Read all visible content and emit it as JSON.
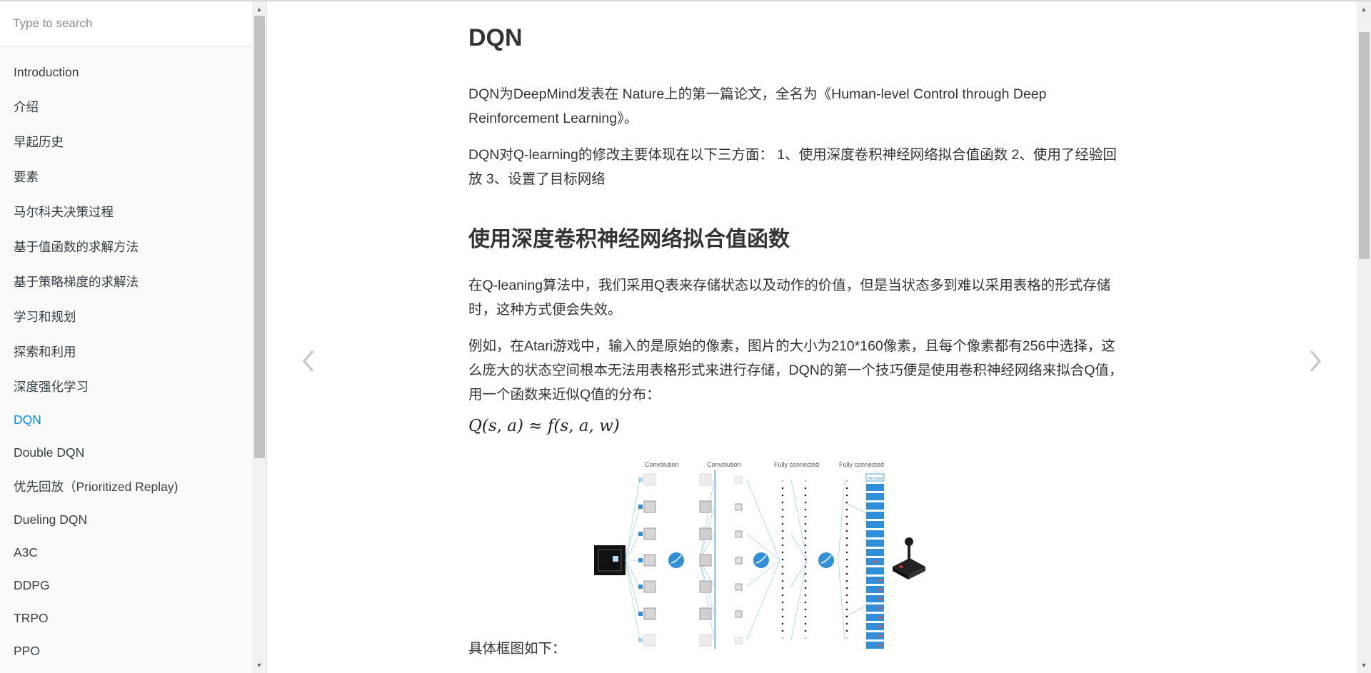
{
  "search": {
    "placeholder": "Type to search"
  },
  "sidebar": {
    "items": [
      {
        "label": "Introduction"
      },
      {
        "label": "介绍"
      },
      {
        "label": "早起历史"
      },
      {
        "label": "要素"
      },
      {
        "label": "马尔科夫决策过程"
      },
      {
        "label": "基于值函数的求解方法"
      },
      {
        "label": "基于策略梯度的求解法"
      },
      {
        "label": "学习和规划"
      },
      {
        "label": "探索和利用"
      },
      {
        "label": "深度强化学习"
      },
      {
        "label": "DQN",
        "active": true
      },
      {
        "label": "Double DQN"
      },
      {
        "label": "优先回放（Prioritized Replay)"
      },
      {
        "label": "Dueling DQN"
      },
      {
        "label": "A3C"
      },
      {
        "label": "DDPG"
      },
      {
        "label": "TRPO"
      },
      {
        "label": "PPO"
      }
    ]
  },
  "article": {
    "title": "DQN",
    "para1_line1": "DQN为DeepMind发表在 Nature上的第一篇论文，全名为《Human-level Control through Deep",
    "para1_line2": "Reinforcement Learning》。",
    "para2_line1": "DQN对Q-learning的修改主要体现在以下三方面： 1、使用深度卷积神经网络拟合值函数 2、使用了经验回",
    "para2_line2": "放 3、设置了目标网络",
    "heading1": "使用深度卷积神经网络拟合值函数",
    "para3_line1": "在Q-leaning算法中，我们采用Q表来存储状态以及动作的价值，但是当状态多到难以采用表格的形式存储",
    "para3_line2": "时，这种方式便会失效。",
    "para4_line1": "例如，在Atari游戏中，输入的是原始的像素，图片的大小为210*160像素，且每个像素都有256中选择，这",
    "para4_line2": "么庞大的状态空间根本无法用表格形式来进行存储，DQN的第一个技巧便是使用卷积神经网络来拟合Q值，",
    "para4_line3": "用一个函数来近似Q值的分布：",
    "formula": "Q(s, a) ≈ f(s, a, w)",
    "caption": "具体框图如下："
  },
  "figure": {
    "labels": [
      "Convolution",
      "Convolution",
      "Fully connected",
      "Fully connected"
    ],
    "output_label": "No input"
  },
  "colors": {
    "accent": "#008cff",
    "text": "#333333",
    "sidebar_bg": "#fafafa",
    "figure_blue": "#2f8fd8"
  }
}
